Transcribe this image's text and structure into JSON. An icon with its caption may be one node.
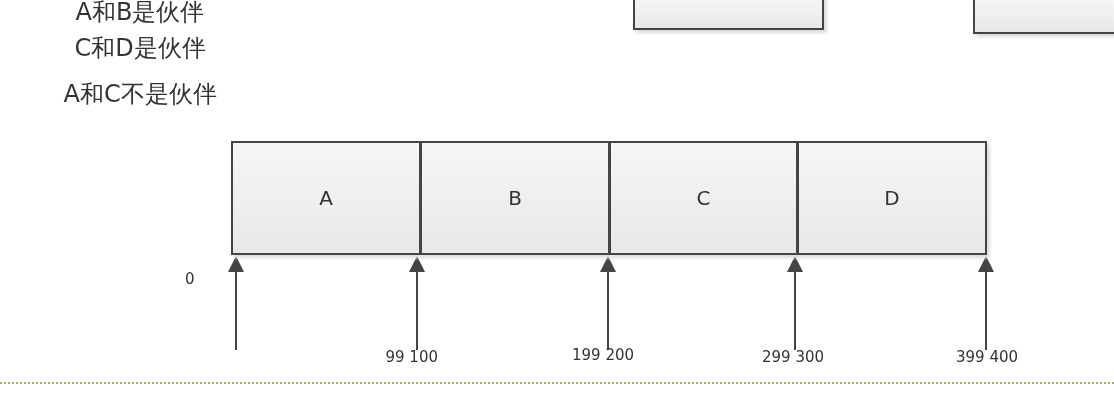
{
  "diagram": {
    "nodes": [
      {
        "text": [],
        "shape": "box"
      },
      {
        "text": [],
        "shape": "box"
      },
      {
        "text": [
          "A"
        ]
      },
      {
        "text": [
          "B"
        ]
      },
      {
        "text": [
          "C"
        ]
      },
      {
        "text": [
          "D"
        ]
      }
    ],
    "labels": [
      "A和B是伙伴",
      "C和D是伙伴",
      "A和C不是伙伴",
      "0",
      "99 100",
      "199 200",
      "299 300",
      "399 400"
    ]
  }
}
